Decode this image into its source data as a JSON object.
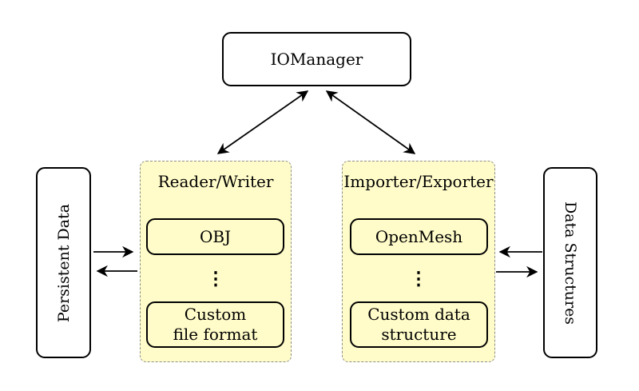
{
  "colors": {
    "group_fill": "#FFFCC9",
    "group_border": "#8e8e8e",
    "node_border": "#000000",
    "node_fill": "#ffffff",
    "arrow": "#000000"
  },
  "nodes": {
    "iomanager": "IOManager",
    "persistent_data": "Persistent Data",
    "data_structures": "Data Structures"
  },
  "groups": {
    "reader_writer": {
      "title": "Reader/Writer",
      "items": [
        {
          "lines": [
            "OBJ"
          ]
        },
        {
          "lines": [
            "Custom",
            "file format"
          ]
        }
      ],
      "ellipsis": "⋮"
    },
    "importer_exporter": {
      "title": "Importer/Exporter",
      "items": [
        {
          "lines": [
            "OpenMesh"
          ]
        },
        {
          "lines": [
            "Custom data",
            "structure"
          ]
        }
      ],
      "ellipsis": "⋮"
    }
  }
}
